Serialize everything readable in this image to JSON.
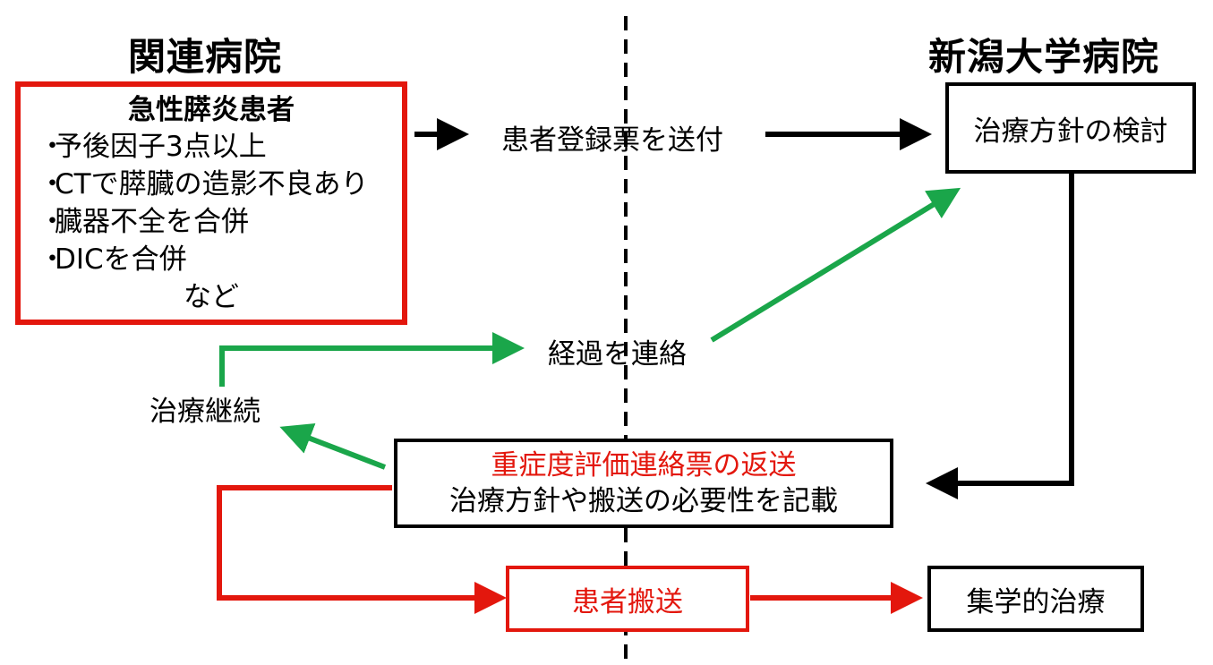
{
  "left_heading": "関連病院",
  "right_heading": "新潟大学病院",
  "criteria": {
    "title": "急性膵炎患者",
    "bullet": "・",
    "items": [
      "予後因子3点以上",
      "CTで膵臓の造影不良あり",
      "臓器不全を合併",
      "DICを合併"
    ],
    "footer": "など"
  },
  "send_registration": "患者登録票を送付",
  "treatment_policy_review": "治療方針の検討",
  "report_progress": "経過を連絡",
  "continue_treatment": "治療継続",
  "severity_form": {
    "title": "重症度評価連絡票の返送",
    "note": "治療方針や搬送の必要性を記載"
  },
  "patient_transfer": "患者搬送",
  "multidisciplinary_treatment": "集学的治療",
  "colors": {
    "red": "#e3170d",
    "green": "#1aa64a",
    "black": "#000000"
  }
}
